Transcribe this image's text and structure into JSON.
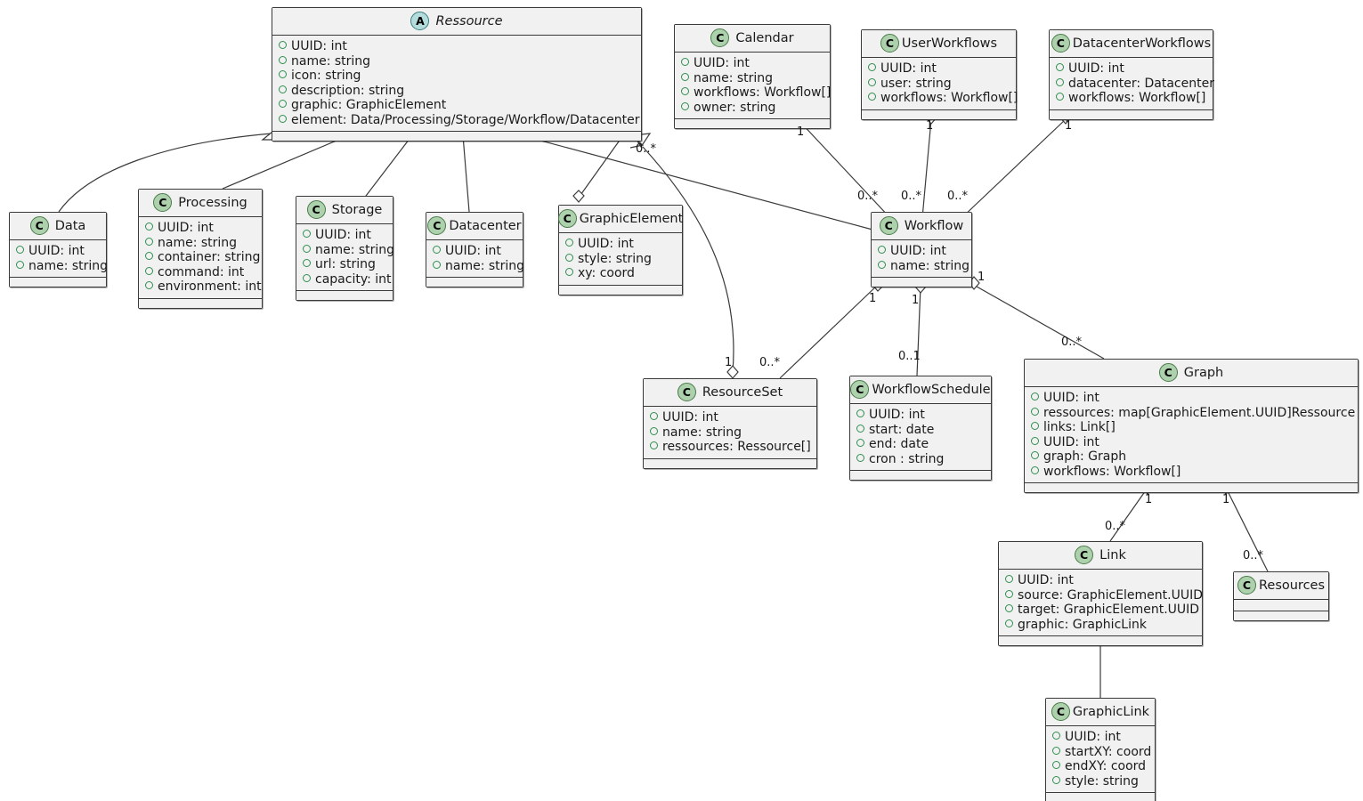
{
  "diagram": {
    "type": "uml-class-diagram",
    "icon_labels": {
      "class": "C",
      "abstract": "A"
    },
    "colors": {
      "class_icon_fill": "#add1ad",
      "abstract_icon_fill": "#b4dcdc",
      "box_fill": "#f1f1f1",
      "border": "#3a3a3a",
      "attribute_marker": "#2f8f4f"
    },
    "classes": [
      {
        "id": "ressource",
        "name": "Ressource",
        "stereotype": "abstract",
        "italic": true,
        "attributes": [
          "UUID: int",
          "name: string",
          "icon: string",
          "description: string",
          "graphic: GraphicElement",
          "element: Data/Processing/Storage/Workflow/Datacenter"
        ]
      },
      {
        "id": "calendar",
        "name": "Calendar",
        "stereotype": "class",
        "attributes": [
          "UUID: int",
          "name: string",
          "workflows: Workflow[]",
          "owner: string"
        ]
      },
      {
        "id": "userworkflows",
        "name": "UserWorkflows",
        "stereotype": "class",
        "attributes": [
          "UUID: int",
          "user: string",
          "workflows: Workflow[]"
        ]
      },
      {
        "id": "datacenterworkflows",
        "name": "DatacenterWorkflows",
        "stereotype": "class",
        "attributes": [
          "UUID: int",
          "datacenter: Datacenter",
          "workflows: Workflow[]"
        ]
      },
      {
        "id": "data",
        "name": "Data",
        "stereotype": "class",
        "attributes": [
          "UUID: int",
          "name: string"
        ]
      },
      {
        "id": "processing",
        "name": "Processing",
        "stereotype": "class",
        "attributes": [
          "UUID: int",
          "name: string",
          "container: string",
          "command: int",
          "environment: int"
        ]
      },
      {
        "id": "storage",
        "name": "Storage",
        "stereotype": "class",
        "attributes": [
          "UUID: int",
          "name: string",
          "url: string",
          "capacity: int"
        ]
      },
      {
        "id": "datacenter",
        "name": "Datacenter",
        "stereotype": "class",
        "attributes": [
          "UUID: int",
          "name: string"
        ]
      },
      {
        "id": "graphicelement",
        "name": "GraphicElement",
        "stereotype": "class",
        "attributes": [
          "UUID: int",
          "style: string",
          "xy: coord"
        ]
      },
      {
        "id": "workflow",
        "name": "Workflow",
        "stereotype": "class",
        "attributes": [
          "UUID: int",
          "name: string"
        ]
      },
      {
        "id": "resourceset",
        "name": "ResourceSet",
        "stereotype": "class",
        "attributes": [
          "UUID: int",
          "name: string",
          "ressources: Ressource[]"
        ]
      },
      {
        "id": "workflowschedule",
        "name": "WorkflowSchedule",
        "stereotype": "class",
        "attributes": [
          "UUID: int",
          "start: date",
          "end: date",
          "cron : string"
        ]
      },
      {
        "id": "graph",
        "name": "Graph",
        "stereotype": "class",
        "attributes": [
          "UUID: int",
          "ressources: map[GraphicElement.UUID]Ressource",
          "links: Link[]",
          "UUID: int",
          "graph: Graph",
          "workflows: Workflow[]"
        ]
      },
      {
        "id": "link",
        "name": "Link",
        "stereotype": "class",
        "attributes": [
          "UUID: int",
          "source: GraphicElement.UUID",
          "target: GraphicElement.UUID",
          "graphic: GraphicLink"
        ]
      },
      {
        "id": "resources",
        "name": "Resources",
        "stereotype": "class",
        "attributes": []
      },
      {
        "id": "graphiclink",
        "name": "GraphicLink",
        "stereotype": "class",
        "attributes": [
          "UUID: int",
          "startXY: coord",
          "endXY: coord",
          "style: string"
        ]
      }
    ],
    "multiplicities": [
      {
        "id": "m-ressource-assoc",
        "label": "0..*"
      },
      {
        "id": "m-calendar-1",
        "label": "1"
      },
      {
        "id": "m-userworkflows-1",
        "label": "1"
      },
      {
        "id": "m-datacenterworkflows-1",
        "label": "1"
      },
      {
        "id": "m-workflow-cal",
        "label": "0..*"
      },
      {
        "id": "m-workflow-user",
        "label": "0..*"
      },
      {
        "id": "m-workflow-dc",
        "label": "0..*"
      },
      {
        "id": "m-workflow-rs-1",
        "label": "1"
      },
      {
        "id": "m-workflow-sched-1",
        "label": "1"
      },
      {
        "id": "m-workflow-graph-1",
        "label": "1"
      },
      {
        "id": "m-resourceset-ress-1",
        "label": "1"
      },
      {
        "id": "m-resourceset-wf",
        "label": "0..*"
      },
      {
        "id": "m-schedule-01",
        "label": "0..1"
      },
      {
        "id": "m-graph-wf",
        "label": "0..*"
      },
      {
        "id": "m-graph-link-1",
        "label": "1"
      },
      {
        "id": "m-graph-res-1",
        "label": "1"
      },
      {
        "id": "m-link-0n",
        "label": "0..*"
      },
      {
        "id": "m-resources-0n",
        "label": "0..*"
      }
    ],
    "relationships": [
      {
        "from": "data",
        "to": "ressource",
        "kind": "generalization"
      },
      {
        "from": "processing",
        "to": "ressource",
        "kind": "generalization"
      },
      {
        "from": "storage",
        "to": "ressource",
        "kind": "generalization"
      },
      {
        "from": "datacenter",
        "to": "ressource",
        "kind": "generalization"
      },
      {
        "from": "workflow",
        "to": "ressource",
        "kind": "generalization"
      },
      {
        "from": "ressource",
        "to": "graphicelement",
        "kind": "aggregation"
      },
      {
        "from": "ressource",
        "to": "resourceset",
        "kind": "association"
      },
      {
        "from": "calendar",
        "to": "workflow",
        "kind": "aggregation"
      },
      {
        "from": "userworkflows",
        "to": "workflow",
        "kind": "aggregation"
      },
      {
        "from": "datacenterworkflows",
        "to": "workflow",
        "kind": "aggregation"
      },
      {
        "from": "workflow",
        "to": "resourceset",
        "kind": "aggregation"
      },
      {
        "from": "workflow",
        "to": "workflowschedule",
        "kind": "aggregation"
      },
      {
        "from": "workflow",
        "to": "graph",
        "kind": "aggregation"
      },
      {
        "from": "graph",
        "to": "link",
        "kind": "aggregation"
      },
      {
        "from": "graph",
        "to": "resources",
        "kind": "aggregation"
      },
      {
        "from": "link",
        "to": "graphiclink",
        "kind": "association"
      }
    ]
  }
}
